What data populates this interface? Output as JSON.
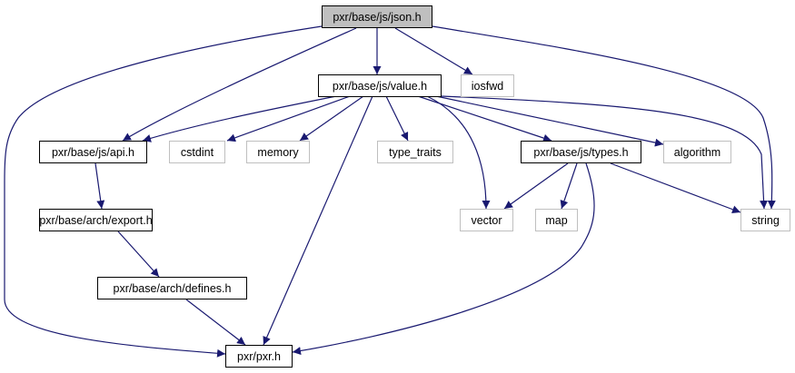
{
  "nodes": {
    "json": "pxr/base/js/json.h",
    "value": "pxr/base/js/value.h",
    "iosfwd": "iosfwd",
    "api": "pxr/base/js/api.h",
    "cstdint": "cstdint",
    "memory": "memory",
    "type_traits": "type_traits",
    "types": "pxr/base/js/types.h",
    "algorithm": "algorithm",
    "export": "pxr/base/arch/export.h",
    "vector": "vector",
    "map": "map",
    "string": "string",
    "defines": "pxr/base/arch/defines.h",
    "pxr": "pxr/pxr.h"
  },
  "edges": [
    [
      "json",
      "value"
    ],
    [
      "json",
      "iosfwd"
    ],
    [
      "json",
      "api"
    ],
    [
      "json",
      "pxr"
    ],
    [
      "json",
      "string"
    ],
    [
      "value",
      "api"
    ],
    [
      "value",
      "cstdint"
    ],
    [
      "value",
      "memory"
    ],
    [
      "value",
      "type_traits"
    ],
    [
      "value",
      "types"
    ],
    [
      "value",
      "algorithm"
    ],
    [
      "value",
      "string"
    ],
    [
      "value",
      "vector"
    ],
    [
      "value",
      "pxr"
    ],
    [
      "api",
      "export"
    ],
    [
      "export",
      "defines"
    ],
    [
      "defines",
      "pxr"
    ],
    [
      "types",
      "vector"
    ],
    [
      "types",
      "map"
    ],
    [
      "types",
      "string"
    ],
    [
      "types",
      "pxr"
    ]
  ],
  "colors": {
    "edge": "#191970",
    "current_fill": "#bfbfbf",
    "external_border": "#bfbfbf"
  }
}
